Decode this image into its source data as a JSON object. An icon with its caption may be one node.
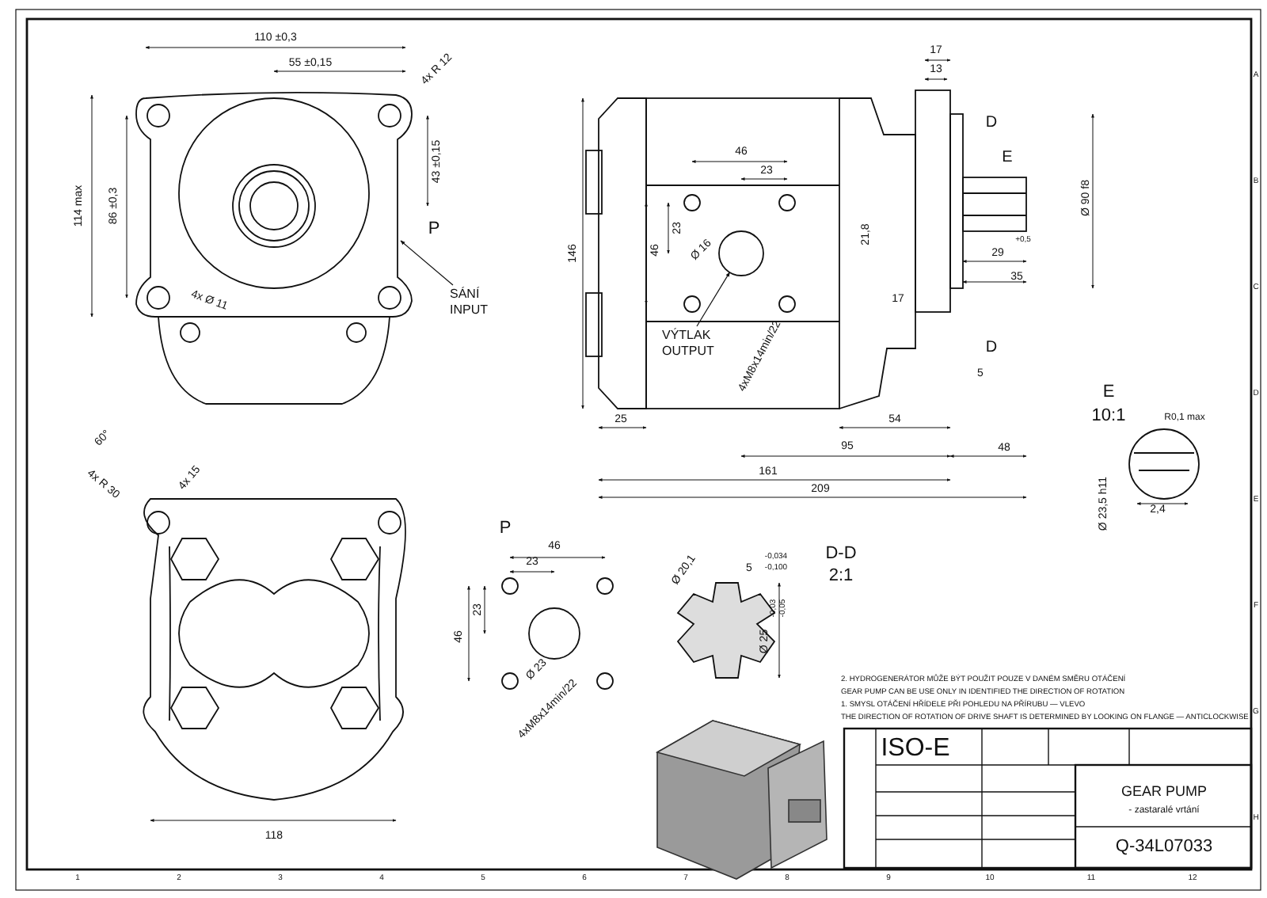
{
  "diagram": {
    "nodes": [
      {
        "text": [
          "SÁNÍ INPUT"
        ]
      },
      {
        "text": [
          "VÝTLAK OUTPUT"
        ]
      },
      {
        "text": [],
        "shape": "circle"
      }
    ],
    "edges": [
      {
        "from": 0,
        "to": null,
        "arrow": "to"
      },
      {
        "from": 1,
        "to": 2,
        "arrow": "to"
      }
    ],
    "labels": [
      "110 ±0,3",
      "55 ±0,15",
      "4x R 12",
      "114 max",
      "86 ±0,3",
      "43 ±0,15",
      "P",
      "4x Ø 11",
      "17",
      "13",
      "D",
      "E",
      "46",
      "23",
      "23",
      "46",
      "Ø 16",
      "21,8",
      "Ø 90 f8",
      "29",
      "+0,5",
      "35",
      "17",
      "D",
      "4xM8x14min/22",
      "5",
      "146",
      "25",
      "54",
      "95",
      "48",
      "161",
      "209",
      "E",
      "10:1",
      "R0,1 max",
      "Ø 23,5 h11",
      "2,4",
      "60°",
      "4x R 30",
      "4x 15",
      "118",
      "P",
      "46",
      "23",
      "23",
      "46",
      "Ø 23",
      "4xM8x14min/22",
      "D-D",
      "2:1",
      "Ø 20,1",
      "5",
      "-0,034",
      "-0,100",
      "Ø 25",
      "-0,03",
      "-0,05",
      "2. HYDROGENERÁTOR MŮŽE BÝT POUŽIT POUZE V DANÉM SMĚRU OTÁČENÍ",
      "GEAR PUMP CAN BE USE ONLY IN IDENTIFIED THE DIRECTION OF ROTATION",
      "1. SMYSL OTÁČENÍ HŘÍDELE PŘI POHLEDU NA PŘÍRUBU — VLEVO",
      "THE DIRECTION OF ROTATION OF DRIVE SHAFT IS DETERMINED BY LOOKING ON FLANGE — ANTICLOCKWISE",
      "ISO-E",
      "GEAR PUMP",
      "- zastaralé vrtání",
      "Q-34L07033",
      "1",
      "2",
      "3",
      "4",
      "5",
      "6",
      "7",
      "8",
      "9",
      "10",
      "11",
      "12",
      "A",
      "B",
      "C",
      "D",
      "E",
      "F",
      "G",
      "H"
    ]
  }
}
